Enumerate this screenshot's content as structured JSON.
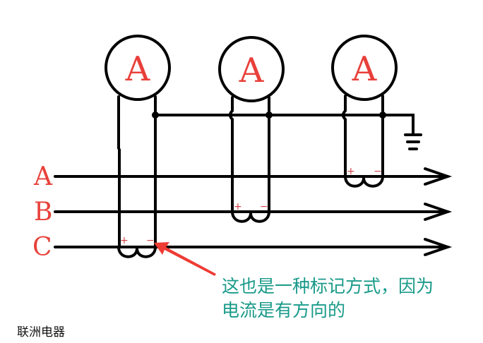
{
  "meters": [
    {
      "label": "A"
    },
    {
      "label": "A"
    },
    {
      "label": "A"
    }
  ],
  "phases": [
    {
      "label": "A"
    },
    {
      "label": "B"
    },
    {
      "label": "C"
    }
  ],
  "polarity": {
    "plus": "+",
    "minus": "−"
  },
  "annotation": {
    "line1": "这也是一种标记方式，因为",
    "line2": "电流是有方向的"
  },
  "watermark": "联洲电器",
  "colors": {
    "wire": "#000000",
    "label": "#e8403a",
    "annotation": "#1a9a8a",
    "arrow": "#ee3b33"
  }
}
